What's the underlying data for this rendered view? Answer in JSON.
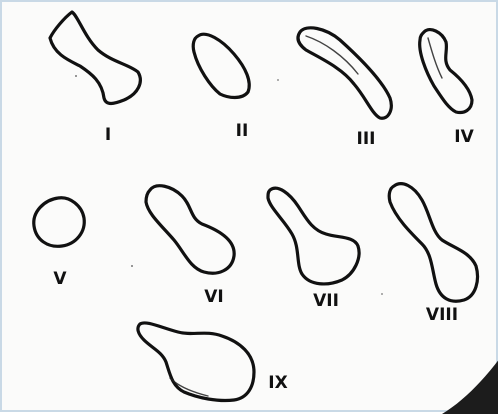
{
  "figure": {
    "shapes": [
      {
        "numeral": "I",
        "name": "outline-i"
      },
      {
        "numeral": "II",
        "name": "outline-ii"
      },
      {
        "numeral": "III",
        "name": "outline-iii"
      },
      {
        "numeral": "IV",
        "name": "outline-iv"
      },
      {
        "numeral": "V",
        "name": "outline-v"
      },
      {
        "numeral": "VI",
        "name": "outline-vi"
      },
      {
        "numeral": "VII",
        "name": "outline-vii"
      },
      {
        "numeral": "VIII",
        "name": "outline-viii"
      },
      {
        "numeral": "IX",
        "name": "outline-ix"
      }
    ],
    "ink_color": "#111111",
    "border_color": "#c9d9e6"
  }
}
